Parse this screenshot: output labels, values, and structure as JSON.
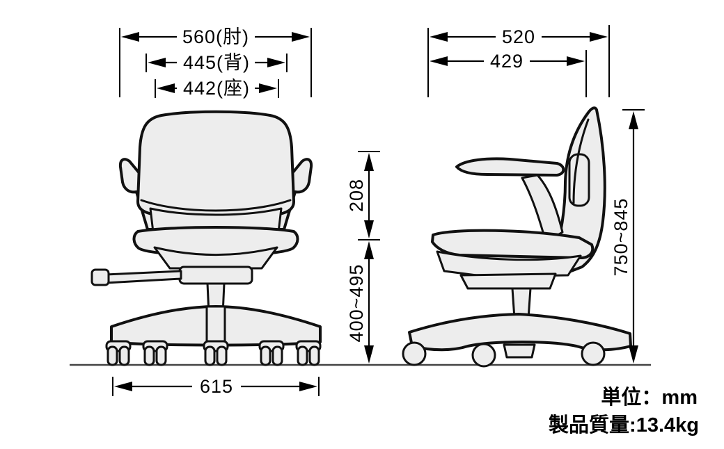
{
  "diagram": {
    "front_view": {
      "width_armrest": "560(肘)",
      "width_back": "445(背)",
      "width_seat": "442(座)",
      "width_base": "615",
      "height_seat_to_armrest": "208",
      "height_seat": "400~495"
    },
    "side_view": {
      "depth_overall": "520",
      "depth_seat": "429",
      "height_overall": "750~845"
    },
    "notes": {
      "unit": "単位：mm",
      "weight": "製品質量:13.4kg"
    },
    "colors": {
      "line": "#000000",
      "chair_fill": "#ededed",
      "background": "#ffffff"
    }
  }
}
